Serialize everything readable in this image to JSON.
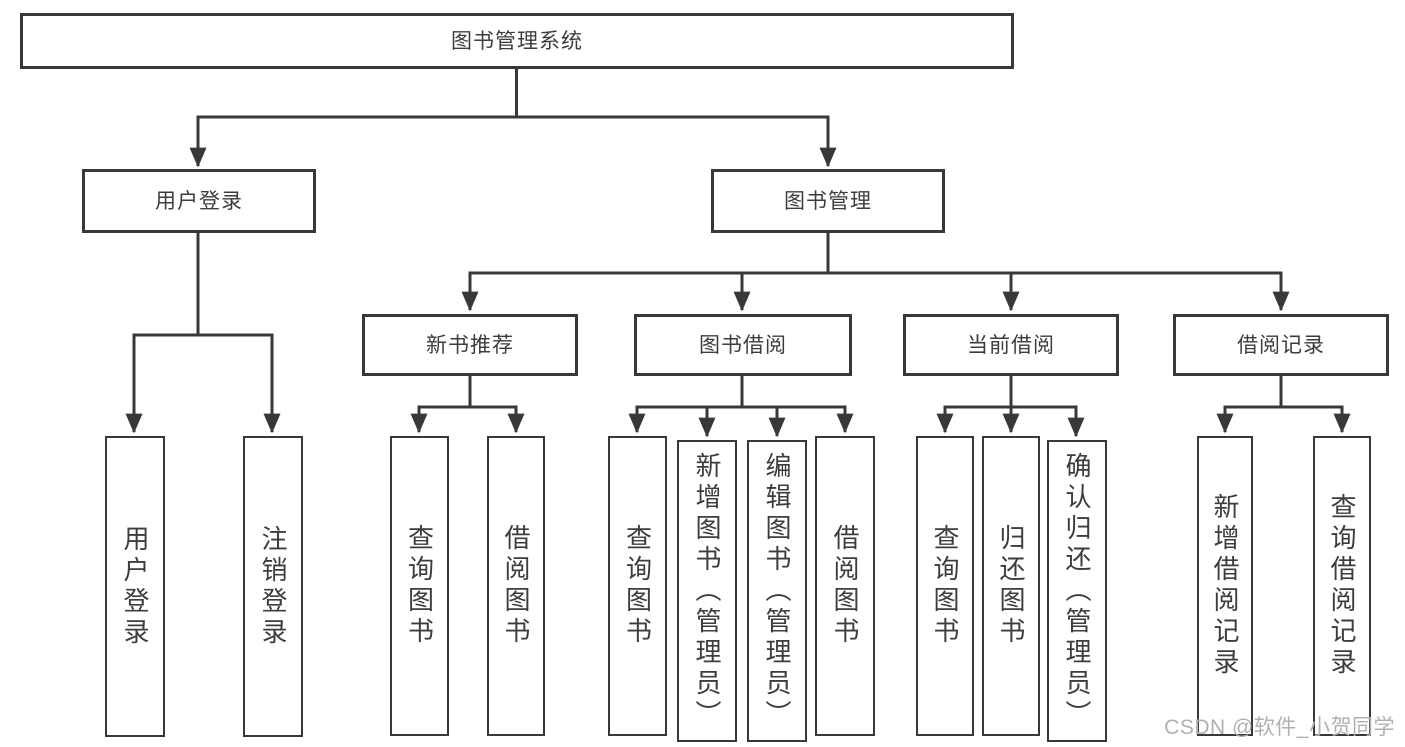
{
  "title": "图书管理系统",
  "colors": {
    "line": "#383838",
    "box_border": "#383838",
    "text": "#3d3d3d",
    "watermark": "#b0b0b0",
    "background": "#ffffff"
  },
  "nodes": {
    "root": "图书管理系统",
    "user_login_branch": "用户登录",
    "book_mgmt_branch": "图书管理",
    "login": "用户登录",
    "logout": "注销登录",
    "new_book_rec": "新书推荐",
    "book_borrow": "图书借阅",
    "current_borrow": "当前借阅",
    "borrow_records": "借阅记录",
    "nb_query_book": "查询图书",
    "nb_borrow_book": "借阅图书",
    "bb_query_book": "查询图书",
    "bb_add_book": "新增图书（管理员）",
    "bb_edit_book": "编辑图书（管理员）",
    "bb_borrow_book": "借阅图书",
    "cb_query_book": "查询图书",
    "cb_return_book": "归还图书",
    "cb_confirm_return": "确认归还（管理员）",
    "br_add_record": "新增借阅记录",
    "br_query_record": "查询借阅记录"
  },
  "watermark": "CSDN @软件_小贺同学"
}
